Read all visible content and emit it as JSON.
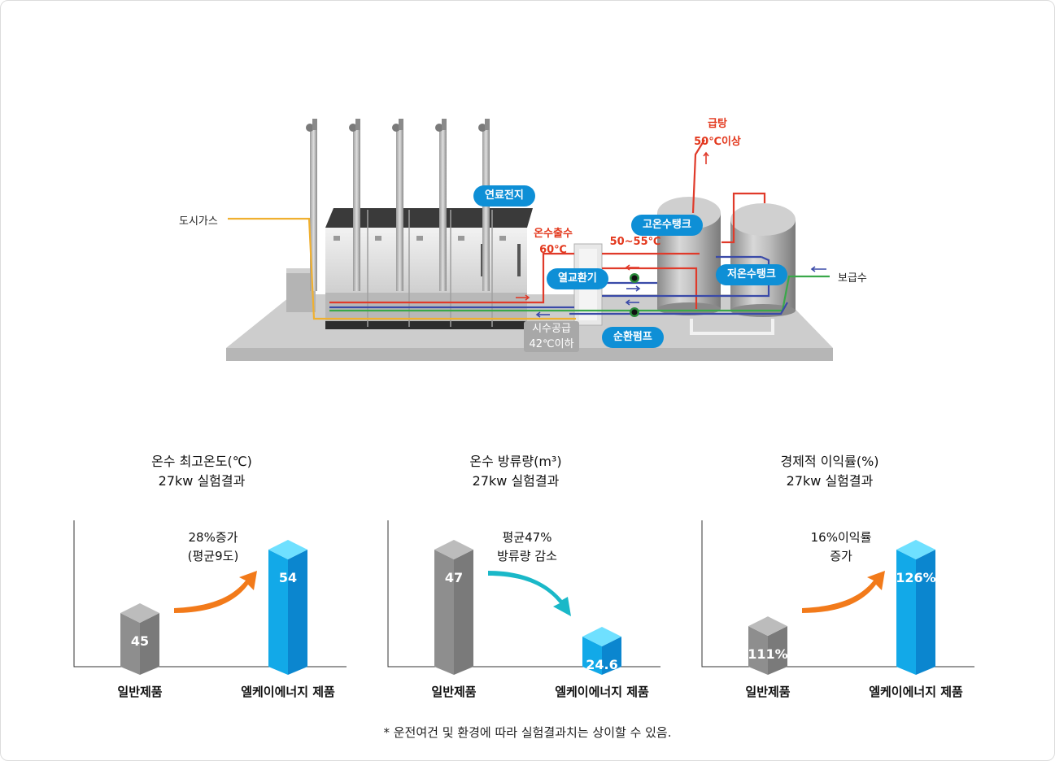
{
  "diagram": {
    "labels": {
      "fuel_cell": "연료전지",
      "city_gas": "도시가스",
      "hot_water_out": "온수출수",
      "hot_water_out_temp": "60℃",
      "heat_exchanger": "열교환기",
      "mid_temp": "50~55℃",
      "high_tank": "고온수탱크",
      "low_tank": "저온수탱크",
      "supply_water": "보급수",
      "hot_supply": "급탕",
      "hot_supply_temp": "50℃이상",
      "return_supply": "시수공급",
      "return_temp": "42℃이하",
      "circulation_pump": "순환펌프"
    }
  },
  "charts": [
    {
      "title_line1": "온수 최고온도(℃)",
      "title_line2": "27kw 실험결과",
      "annotation_line1": "28%증가",
      "annotation_line2": "(평균9도)",
      "categories": [
        "일반제품",
        "엘케이에너지 제품"
      ],
      "value_labels": [
        "45",
        "54"
      ],
      "trend": "up",
      "arrow_color": "#f27a1a"
    },
    {
      "title_line1": "온수 방류량(m³)",
      "title_line2": "27kw 실험결과",
      "annotation_line1": "평균47%",
      "annotation_line2": "방류량 감소",
      "categories": [
        "일반제품",
        "엘케이에너지 제품"
      ],
      "value_labels": [
        "47",
        "24.6"
      ],
      "trend": "down",
      "arrow_color": "#1ab8c8"
    },
    {
      "title_line1": "경제적 이익률(%)",
      "title_line2": "27kw 실험결과",
      "annotation_line1": "16%이익률",
      "annotation_line2": "증가",
      "categories": [
        "일반제품",
        "엘케이에너지 제품"
      ],
      "value_labels": [
        "111%",
        "126%"
      ],
      "trend": "up",
      "arrow_color": "#f27a1a"
    }
  ],
  "chart_data": [
    {
      "type": "bar",
      "title": "온수 최고온도(℃) 27kw 실험결과",
      "categories": [
        "일반제품",
        "엘케이에너지 제품"
      ],
      "values": [
        45,
        54
      ]
    },
    {
      "type": "bar",
      "title": "온수 방류량(m³) 27kw 실험결과",
      "categories": [
        "일반제품",
        "엘케이에너지 제품"
      ],
      "values": [
        47,
        24.6
      ]
    },
    {
      "type": "bar",
      "title": "경제적 이익률(%) 27kw 실험결과",
      "categories": [
        "일반제품",
        "엘케이에너지 제품"
      ],
      "values": [
        111,
        126
      ]
    }
  ],
  "footnote": "* 운전여건 및 환경에 따라 실험결과치는 상이할 수 있음.",
  "colors": {
    "gray_bar": "#8e8e8e",
    "blue_bar": "#12a9e8",
    "pill": "#0e8fd6",
    "hot_line": "#e03a2a",
    "cold_line": "#3a4aa8",
    "gas_line": "#f0b030",
    "green_line": "#3aa84a"
  }
}
